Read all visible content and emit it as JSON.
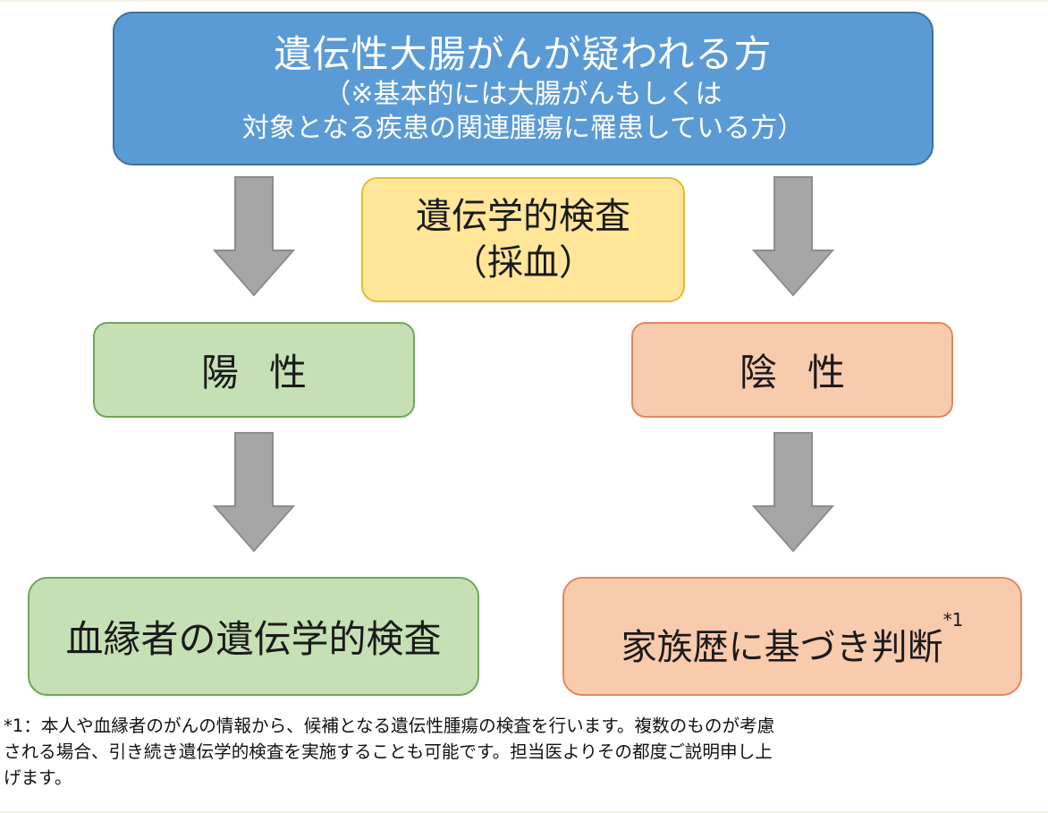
{
  "top_box": {
    "title": "遺伝性大腸がんが疑われる方",
    "sub_line1": "（※基本的には大腸がんもしくは",
    "sub_line2": "対象となる疾患の関連腫瘍に罹患している方）"
  },
  "test_box": {
    "line1": "遺伝学的検査",
    "line2": "（採血）"
  },
  "positive_box": {
    "label": "陽性"
  },
  "negative_box": {
    "label": "陰性"
  },
  "relative_box": {
    "label": "血縁者の遺伝学的検査"
  },
  "family_box": {
    "label": "家族歴に基づき判断",
    "marker": "*1"
  },
  "footnote": {
    "line1": "*1：本人や血縁者のがんの情報から、候補となる遺伝性腫瘍の検査を行います。複数のものが考慮",
    "line2": "される場合、引き続き遺伝学的検査を実施することも可能です。担当医よりその都度ご説明申し上",
    "line3": "げます。"
  },
  "colors": {
    "top": "#5b9bd5",
    "test": "#ffe699",
    "positive": "#c5e0b4",
    "negative": "#f8cbad",
    "arrow": "#a6a6a6"
  }
}
